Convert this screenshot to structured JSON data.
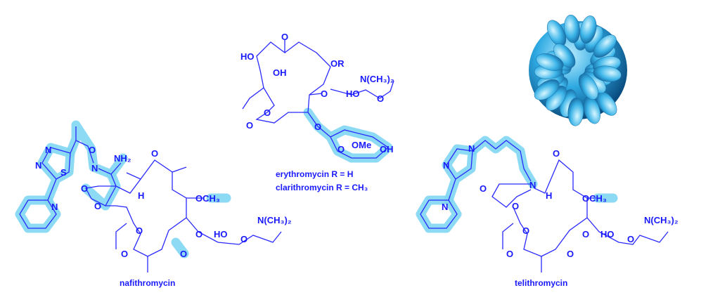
{
  "nafithromycin": {
    "name": "nafithromycin",
    "atoms": {
      "n1": "N",
      "n2": "N",
      "s": "S",
      "o_ox": "O",
      "n_ox": "N",
      "nh2": "NH₂",
      "o_lac": "O",
      "o_ring": "O",
      "h": "H",
      "o_keto": "O",
      "och3": "OCH₃",
      "o_sug": "O",
      "ho": "HO",
      "nme2": "N(CH₃)₂",
      "o_pyr": "O",
      "o_est": "O",
      "o_est2": "O",
      "o_keto2": "O",
      "n_py": "N"
    }
  },
  "erythromycin": {
    "name_line1": "erythromycin R = H",
    "name_line2": "clarithromycin R = CH₃",
    "atoms": {
      "o_top": "O",
      "ho": "HO",
      "oh": "OH",
      "or": "OR",
      "nme2": "N(CH₃)₂",
      "ho2": "HO",
      "o_pyr": "O",
      "o_sug": "O",
      "o_est": "O",
      "o_est2": "O",
      "o_clad": "O",
      "ome": "OMe",
      "oh2": "OH",
      "o_ring": "O"
    }
  },
  "telithromycin": {
    "name": "telithromycin",
    "atoms": {
      "n_im1": "N",
      "n_im2": "N",
      "n_py": "N",
      "o_carb": "O",
      "o_ring": "O",
      "n_carb": "N",
      "h": "H",
      "o_keto": "O",
      "och3": "OCH₃",
      "o_sug": "O",
      "ho": "HO",
      "nme2": "N(CH₃)₂",
      "o_pyr": "O",
      "o_est": "O",
      "o_est2": "O",
      "o_keto2": "O"
    }
  },
  "colors": {
    "structure": "#1a1aff",
    "highlight": "#7fd6f2",
    "particle": "#2aa8e0"
  }
}
